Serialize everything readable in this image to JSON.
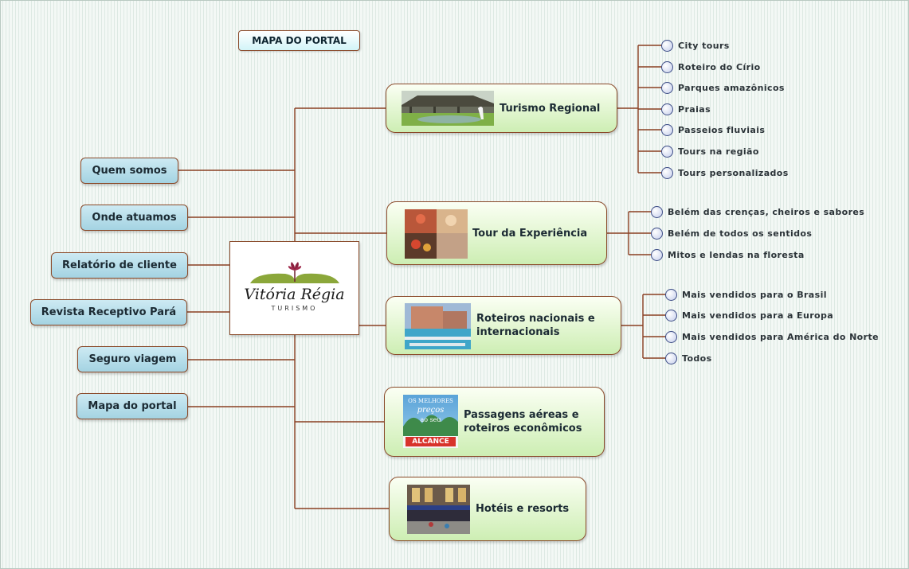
{
  "page_title": "MAPA DO PORTAL",
  "center": {
    "logo_name": "Vitória Régia",
    "logo_subtitle": "TURISMO"
  },
  "left_items": [
    {
      "label": "Quem somos"
    },
    {
      "label": "Onde atuamos"
    },
    {
      "label": "Relatório de cliente"
    },
    {
      "label": "Revista Receptivo Pará"
    },
    {
      "label": "Seguro viagem"
    },
    {
      "label": "Mapa do portal"
    }
  ],
  "right_items": [
    {
      "label": "Turismo Regional",
      "children": [
        "City tours",
        "Roteiro do Círio",
        "Parques amazônicos",
        "Praias",
        "Passeios fluviais",
        "Tours na região",
        "Tours personalizados"
      ]
    },
    {
      "label": "Tour da Experiência",
      "children": [
        "Belém das crenças, cheiros e sabores",
        "Belém de todos os sentidos",
        "Mitos e lendas na floresta"
      ]
    },
    {
      "label_line1": "Roteiros nacionais e",
      "label_line2": "internacionais",
      "children": [
        "Mais vendidos para o Brasil",
        "Mais vendidos para a Europa",
        "Mais vendidos para América do Norte",
        "Todos"
      ]
    },
    {
      "label_line1": "Passagens aéreas e",
      "label_line2": "roteiros econômicos",
      "thumb_text": [
        "OS MELHORES",
        "preços",
        "ao seu",
        "ALCANCE"
      ],
      "children": []
    },
    {
      "label": "Hotéis e resorts",
      "children": []
    }
  ],
  "colors": {
    "connector": "#8a3f22",
    "left_node_fill": "#a4d3e2",
    "right_node_fill": "#cdeeb3",
    "title_fill": "#d2f4f8"
  },
  "icons": {
    "leaf": "circle-bullet-icon"
  }
}
